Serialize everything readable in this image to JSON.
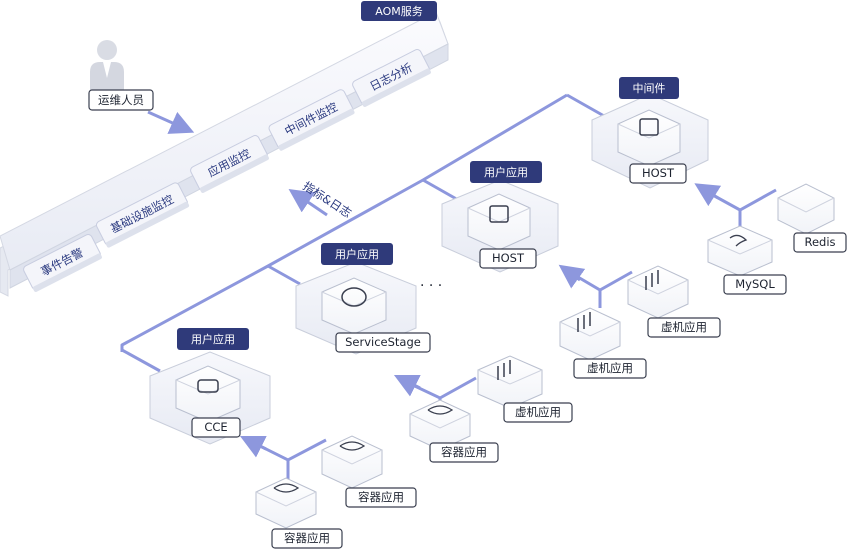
{
  "aom": {
    "title": "AOM服务",
    "modules": [
      "事件告警",
      "基础设施监控",
      "应用监控",
      "中间件监控",
      "日志分析"
    ]
  },
  "operator": {
    "label": "运维人员"
  },
  "collect": {
    "label": "指标&日志"
  },
  "ellipsis": "· · ·",
  "groups": {
    "middleware": {
      "title": "中间件",
      "host": "HOST",
      "items": [
        "MySQL",
        "Redis"
      ]
    },
    "app_host": {
      "title": "用户应用",
      "host": "HOST",
      "items": [
        "虚机应用",
        "虚机应用"
      ]
    },
    "app_servicestage": {
      "title": "用户应用",
      "host": "ServiceStage",
      "items": [
        "容器应用",
        "虚机应用"
      ]
    },
    "app_cce": {
      "title": "用户应用",
      "host": "CCE",
      "items": [
        "容器应用",
        "容器应用"
      ]
    }
  },
  "colors": {
    "bus_line": "#8d97dd",
    "label_dark": "#2f3a7a",
    "module_text": "#2b3a80"
  }
}
